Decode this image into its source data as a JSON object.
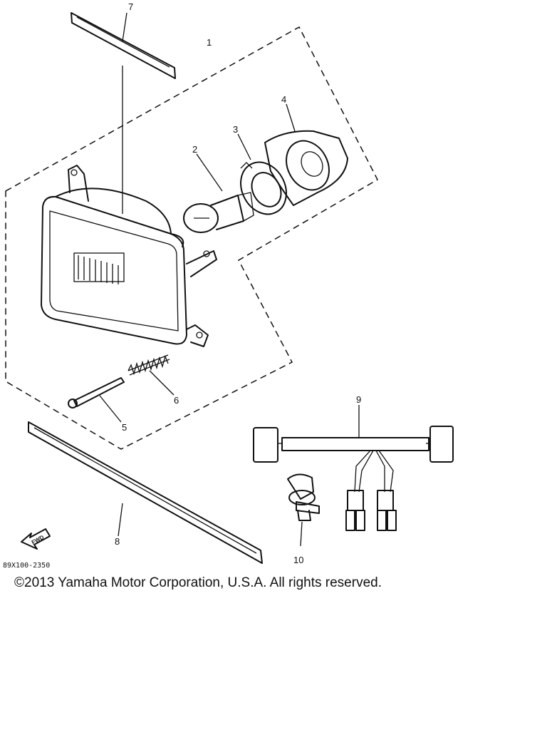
{
  "callouts": {
    "c1": "1",
    "c2": "2",
    "c3": "3",
    "c4": "4",
    "c5": "5",
    "c6": "6",
    "c7": "7",
    "c8": "8",
    "c9": "9",
    "c10": "10"
  },
  "figure_code": "89X100-2350",
  "fwd_label": "FWD",
  "copyright": "©2013 Yamaha Motor Corporation, U.S.A. All rights reserved."
}
